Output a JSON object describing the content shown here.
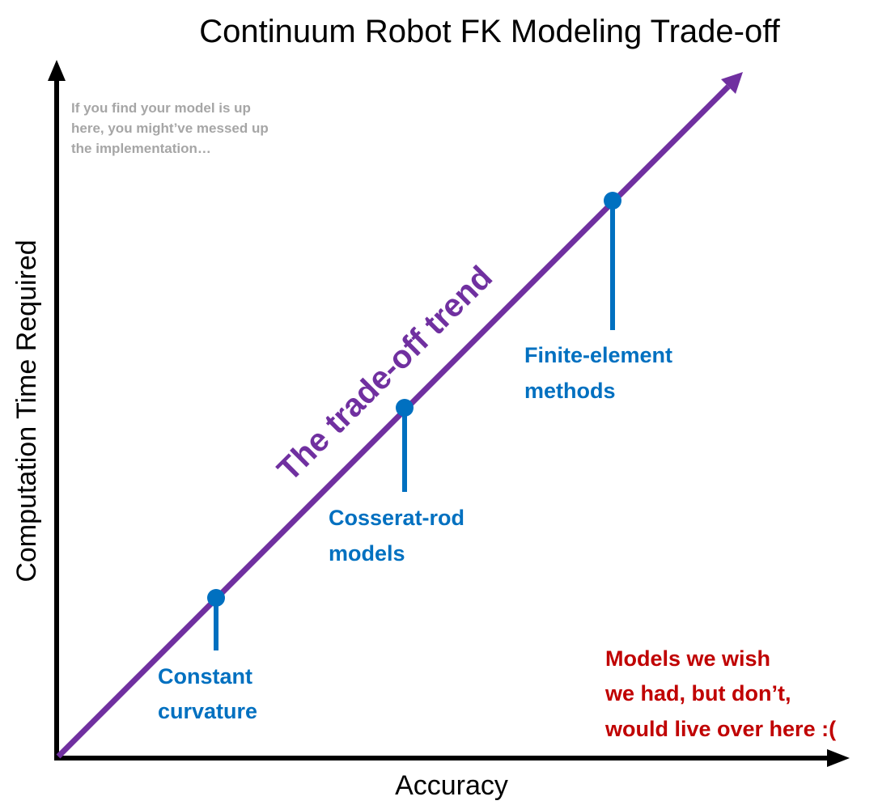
{
  "title": "Continuum Robot FK Modeling Trade-off",
  "axes": {
    "x_label": "Accuracy",
    "y_label": "Computation Time Required"
  },
  "trend": {
    "label": "The trade-off trend"
  },
  "note": {
    "lines": [
      "If you find your model is up",
      "here, you might’ve messed up",
      "the implementation…"
    ]
  },
  "models": [
    {
      "lines": [
        "Constant",
        "curvature"
      ]
    },
    {
      "lines": [
        "Cosserat-rod",
        "models"
      ]
    },
    {
      "lines": [
        "Finite-element",
        "methods"
      ]
    }
  ],
  "wish": {
    "lines": [
      "Models we wish",
      "we had, but don’t,",
      "would live over here :("
    ]
  },
  "colors": {
    "axis": "#000000",
    "trend": "#7030a0",
    "model": "#0070c0",
    "wish": "#c00000",
    "note": "#a6a6a6"
  }
}
